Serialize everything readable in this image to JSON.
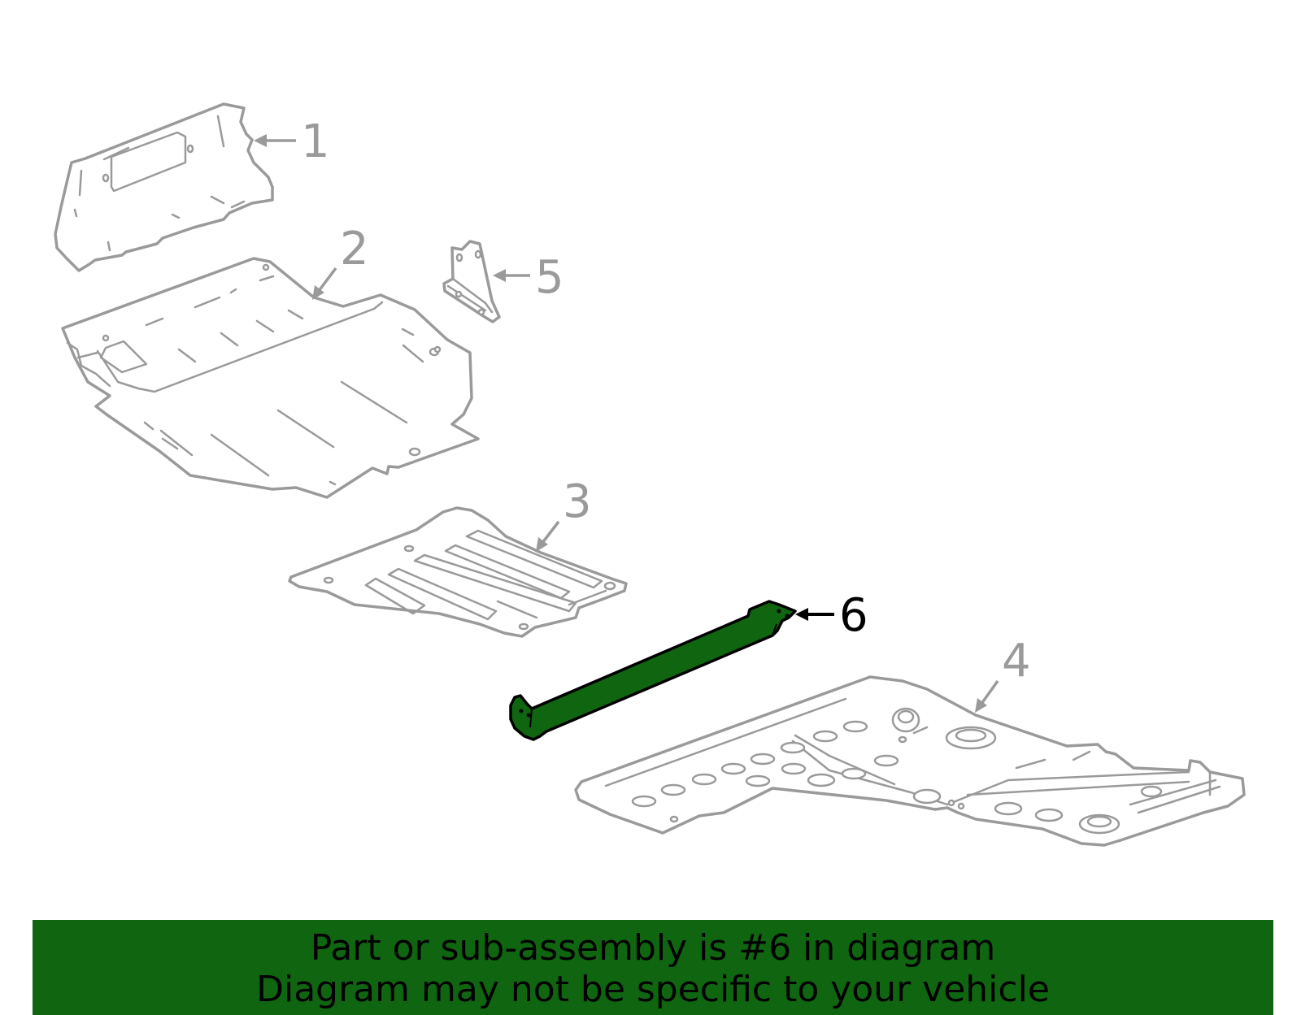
{
  "diagram": {
    "callouts": [
      {
        "id": "1",
        "label": "1"
      },
      {
        "id": "2",
        "label": "2"
      },
      {
        "id": "3",
        "label": "3"
      },
      {
        "id": "4",
        "label": "4"
      },
      {
        "id": "5",
        "label": "5"
      },
      {
        "id": "6",
        "label": "6",
        "highlighted": true
      }
    ],
    "colors": {
      "highlight": "#106610",
      "outline": "#9a9a9a",
      "highlight_outline": "#000000",
      "background": "#ffffff"
    }
  },
  "banner": {
    "line1": "Part or sub-assembly is #6 in diagram",
    "line2": "Diagram may not be specific to your vehicle"
  }
}
